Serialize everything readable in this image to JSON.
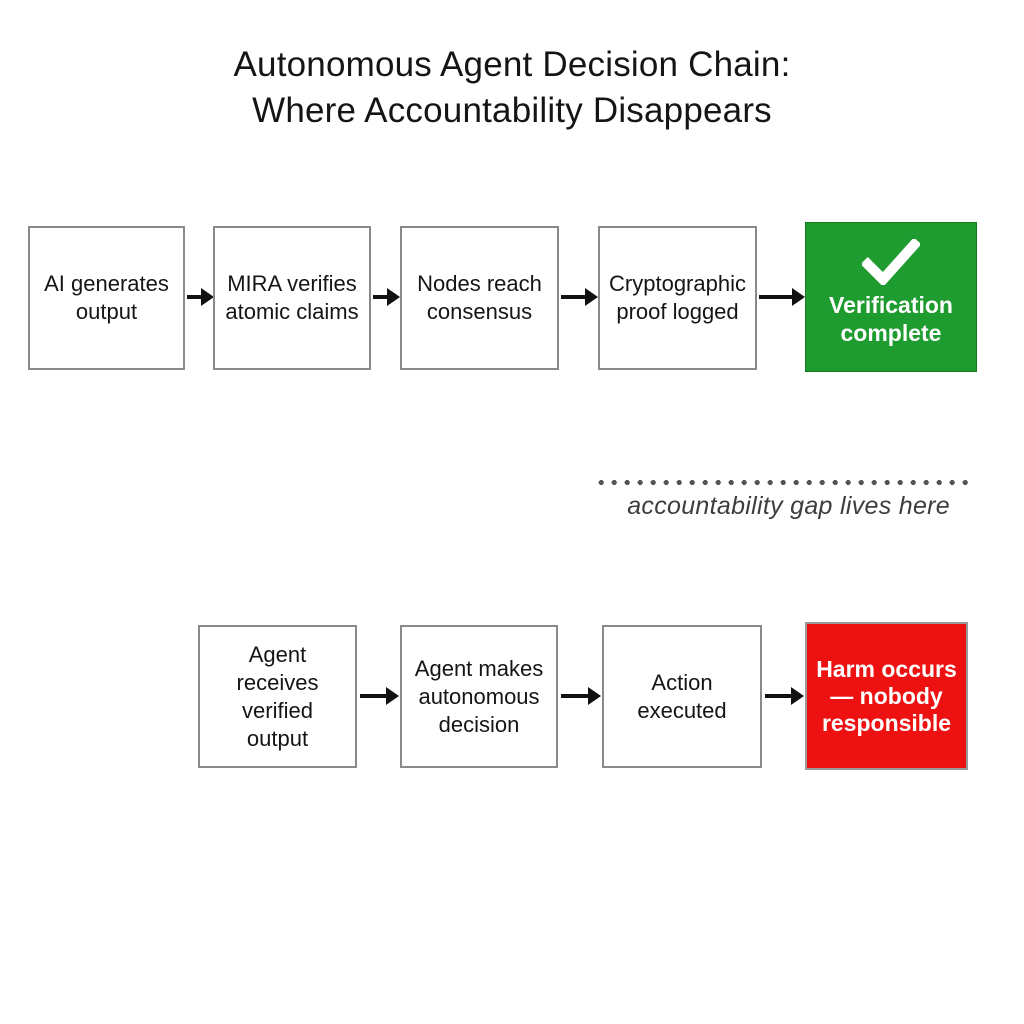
{
  "title": {
    "line1": "Autonomous Agent Decision Chain:",
    "line2": "Where Accountability Disappears"
  },
  "verification_chain": {
    "steps": [
      {
        "label": "AI generates\noutput"
      },
      {
        "label": "MIRA verifies\natomic claims"
      },
      {
        "label": "Nodes reach\nconsensus"
      },
      {
        "label": "Cryptographic\nproof logged"
      },
      {
        "label": "Verification\ncomplete",
        "type": "success",
        "icon": "checkmark-icon"
      }
    ]
  },
  "gap": {
    "caption": "accountability gap lives here"
  },
  "decision_chain": {
    "steps": [
      {
        "label": "Agent\nreceives\nverified\noutput"
      },
      {
        "label": "Agent makes\nautonomous\ndecision"
      },
      {
        "label": "Action\nexecuted"
      },
      {
        "label": "Harm occurs\n— nobody\nresponsible",
        "type": "danger"
      }
    ]
  },
  "colors": {
    "success_green": "#1e9c2f",
    "danger_red": "#ee1111",
    "box_border": "#8a8a8a",
    "arrow_black": "#111111",
    "dot_gray": "#555555",
    "caption_gray": "#3d3d3d"
  }
}
